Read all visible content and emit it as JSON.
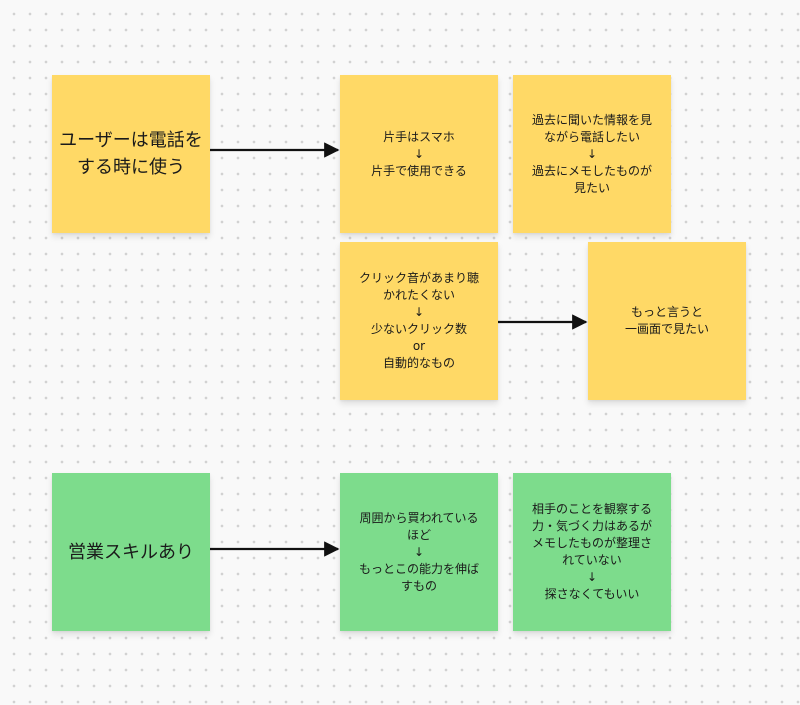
{
  "colors": {
    "yellow_note": "#ffd966",
    "green_note": "#7ddc8c",
    "connector": "#111111"
  },
  "notes": {
    "n1": {
      "lines": [
        "ユーザーは電話を",
        "する時に使う"
      ]
    },
    "n2": {
      "lines": [
        "片手はスマホ",
        "↓",
        "片手で使用できる"
      ]
    },
    "n3": {
      "lines": [
        "過去に聞いた情報を見",
        "ながら電話したい",
        "↓",
        "過去にメモしたものが",
        "見たい"
      ]
    },
    "n4": {
      "lines": [
        "クリック音があまり聴",
        "かれたくない",
        "↓",
        "少ないクリック数",
        "or",
        "自動的なもの"
      ]
    },
    "n5": {
      "lines": [
        "もっと言うと",
        "一画面で見たい"
      ]
    },
    "n6": {
      "lines": [
        "営業スキルあり"
      ]
    },
    "n7": {
      "lines": [
        "周囲から買われている",
        "ほど",
        "↓",
        "もっとこの能力を伸ば",
        "すもの"
      ]
    },
    "n8": {
      "lines": [
        "相手のことを観察する",
        "力・気づく力はあるが",
        "メモしたものが整理さ",
        "れていない",
        "↓",
        "探さなくてもいい"
      ]
    }
  }
}
